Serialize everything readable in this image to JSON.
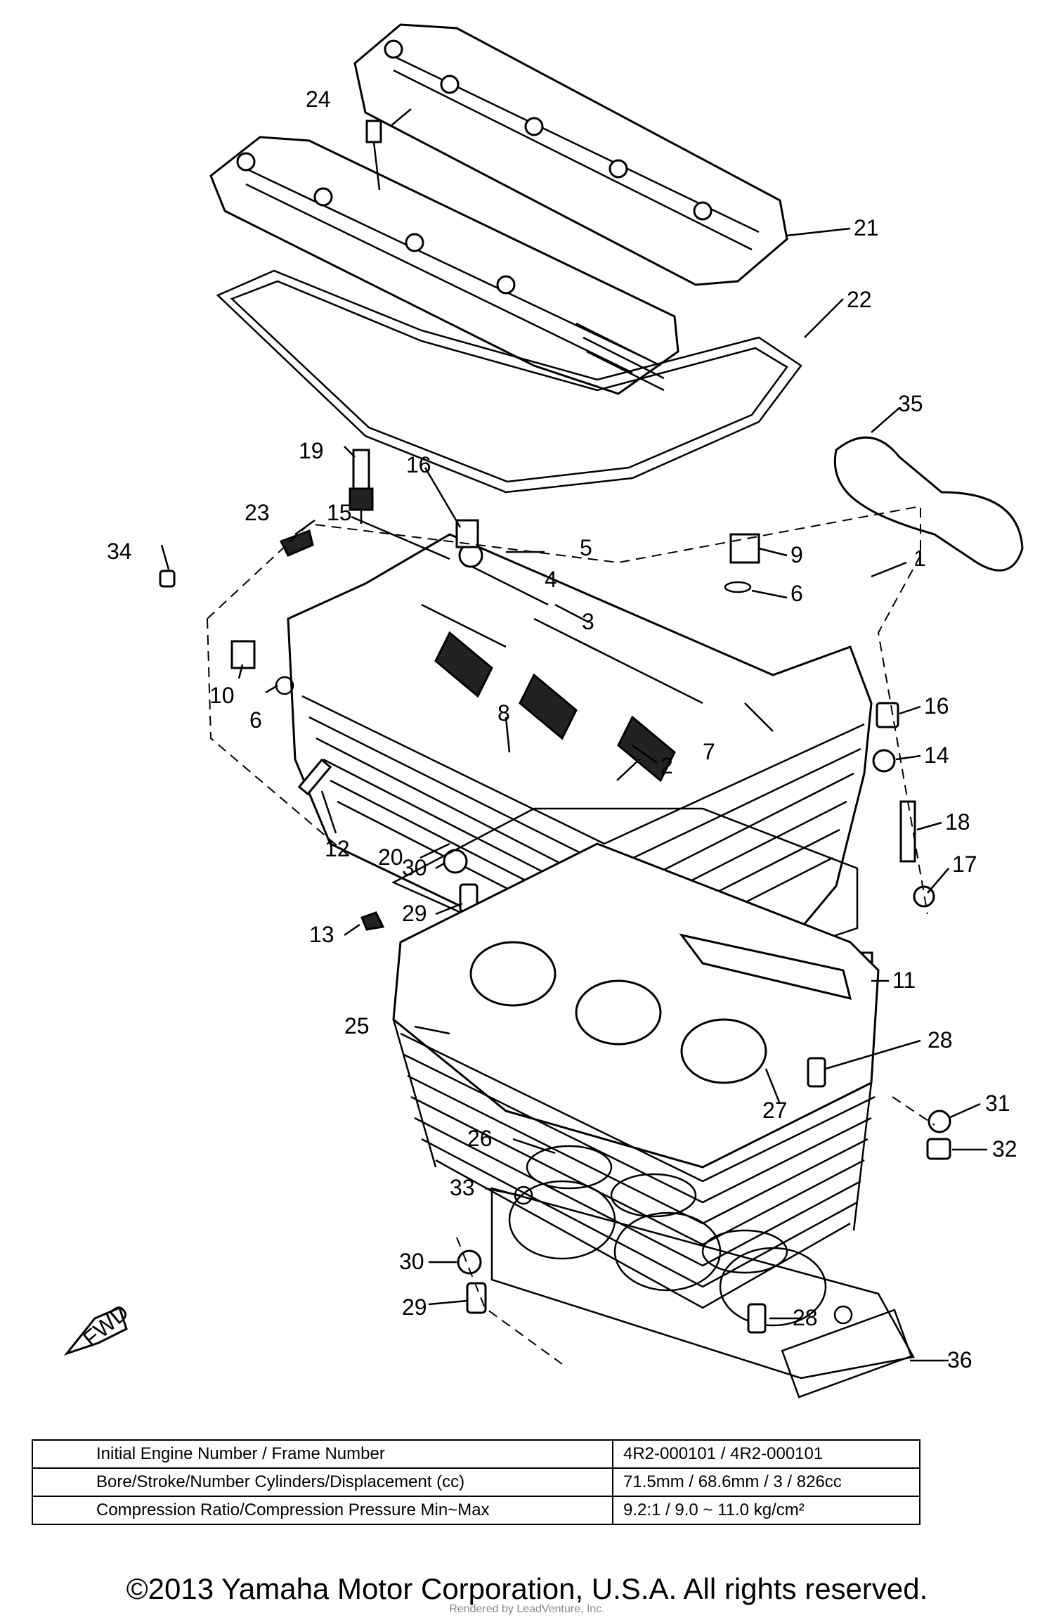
{
  "callouts": {
    "c1": "1",
    "c2": "2",
    "c3": "3",
    "c4": "4",
    "c5": "5",
    "c6a": "6",
    "c6b": "6",
    "c7": "7",
    "c8": "8",
    "c9": "9",
    "c10": "10",
    "c11": "11",
    "c12": "12",
    "c13": "13",
    "c14": "14",
    "c15": "15",
    "c16a": "16",
    "c16b": "16",
    "c17": "17",
    "c18": "18",
    "c19": "19",
    "c20": "20",
    "c21": "21",
    "c22": "22",
    "c23": "23",
    "c24": "24",
    "c25": "25",
    "c26": "26",
    "c27": "27",
    "c28a": "28",
    "c28b": "28",
    "c29a": "29",
    "c29b": "29",
    "c30a": "30",
    "c30b": "30",
    "c31": "31",
    "c32": "32",
    "c33": "33",
    "c34": "34",
    "c35": "35",
    "c36": "36"
  },
  "fwd_label": "FWD",
  "specs": [
    {
      "label": "Initial Engine Number / Frame Number",
      "value": "4R2-000101 / 4R2-000101"
    },
    {
      "label": "Bore/Stroke/Number Cylinders/Displacement (cc)",
      "value": "71.5mm / 68.6mm / 3 / 826cc"
    },
    {
      "label": "Compression Ratio/Compression Pressure Min~Max",
      "value": "9.2:1 / 9.0 ~ 11.0 kg/cm²"
    }
  ],
  "copyright": "©2013 Yamaha Motor Corporation, U.S.A. All rights reserved.",
  "watermark": "Rendered by LeadVenture, Inc."
}
